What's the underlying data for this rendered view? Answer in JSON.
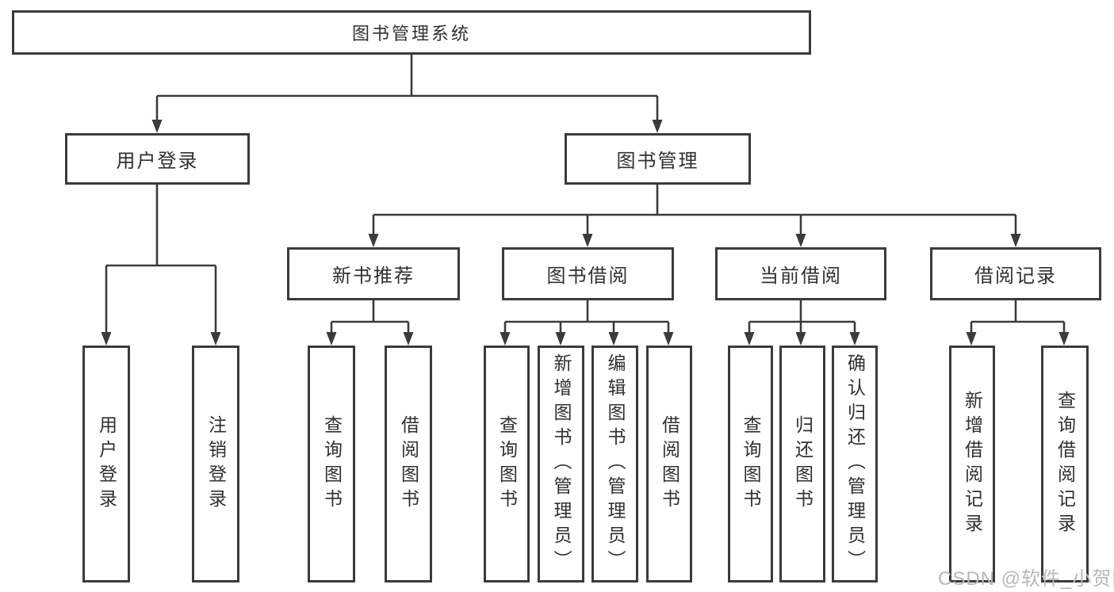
{
  "tree": {
    "label": "图书管理系统",
    "children": [
      {
        "label": "用户登录",
        "children": [
          {
            "label": "用户登录"
          },
          {
            "label": "注销登录"
          }
        ]
      },
      {
        "label": "图书管理",
        "children": [
          {
            "label": "新书推荐",
            "children": [
              {
                "label": "查询图书"
              },
              {
                "label": "借阅图书"
              }
            ]
          },
          {
            "label": "图书借阅",
            "children": [
              {
                "label": "查询图书"
              },
              {
                "label": "新增图书（管理员）"
              },
              {
                "label": "编辑图书（管理员）"
              },
              {
                "label": "借阅图书"
              }
            ]
          },
          {
            "label": "当前借阅",
            "children": [
              {
                "label": "查询图书"
              },
              {
                "label": "归还图书"
              },
              {
                "label": "确认归还（管理员）"
              }
            ]
          },
          {
            "label": "借阅记录",
            "children": [
              {
                "label": "新增借阅记录"
              },
              {
                "label": "查询借阅记录"
              }
            ]
          }
        ]
      }
    ]
  },
  "watermark": {
    "text": "CSDN @软件_小贺同学"
  },
  "colors": {
    "line": "#3b3b3b",
    "text": "#303030",
    "background": "#ffffff",
    "watermark": "#b8b8b8"
  }
}
